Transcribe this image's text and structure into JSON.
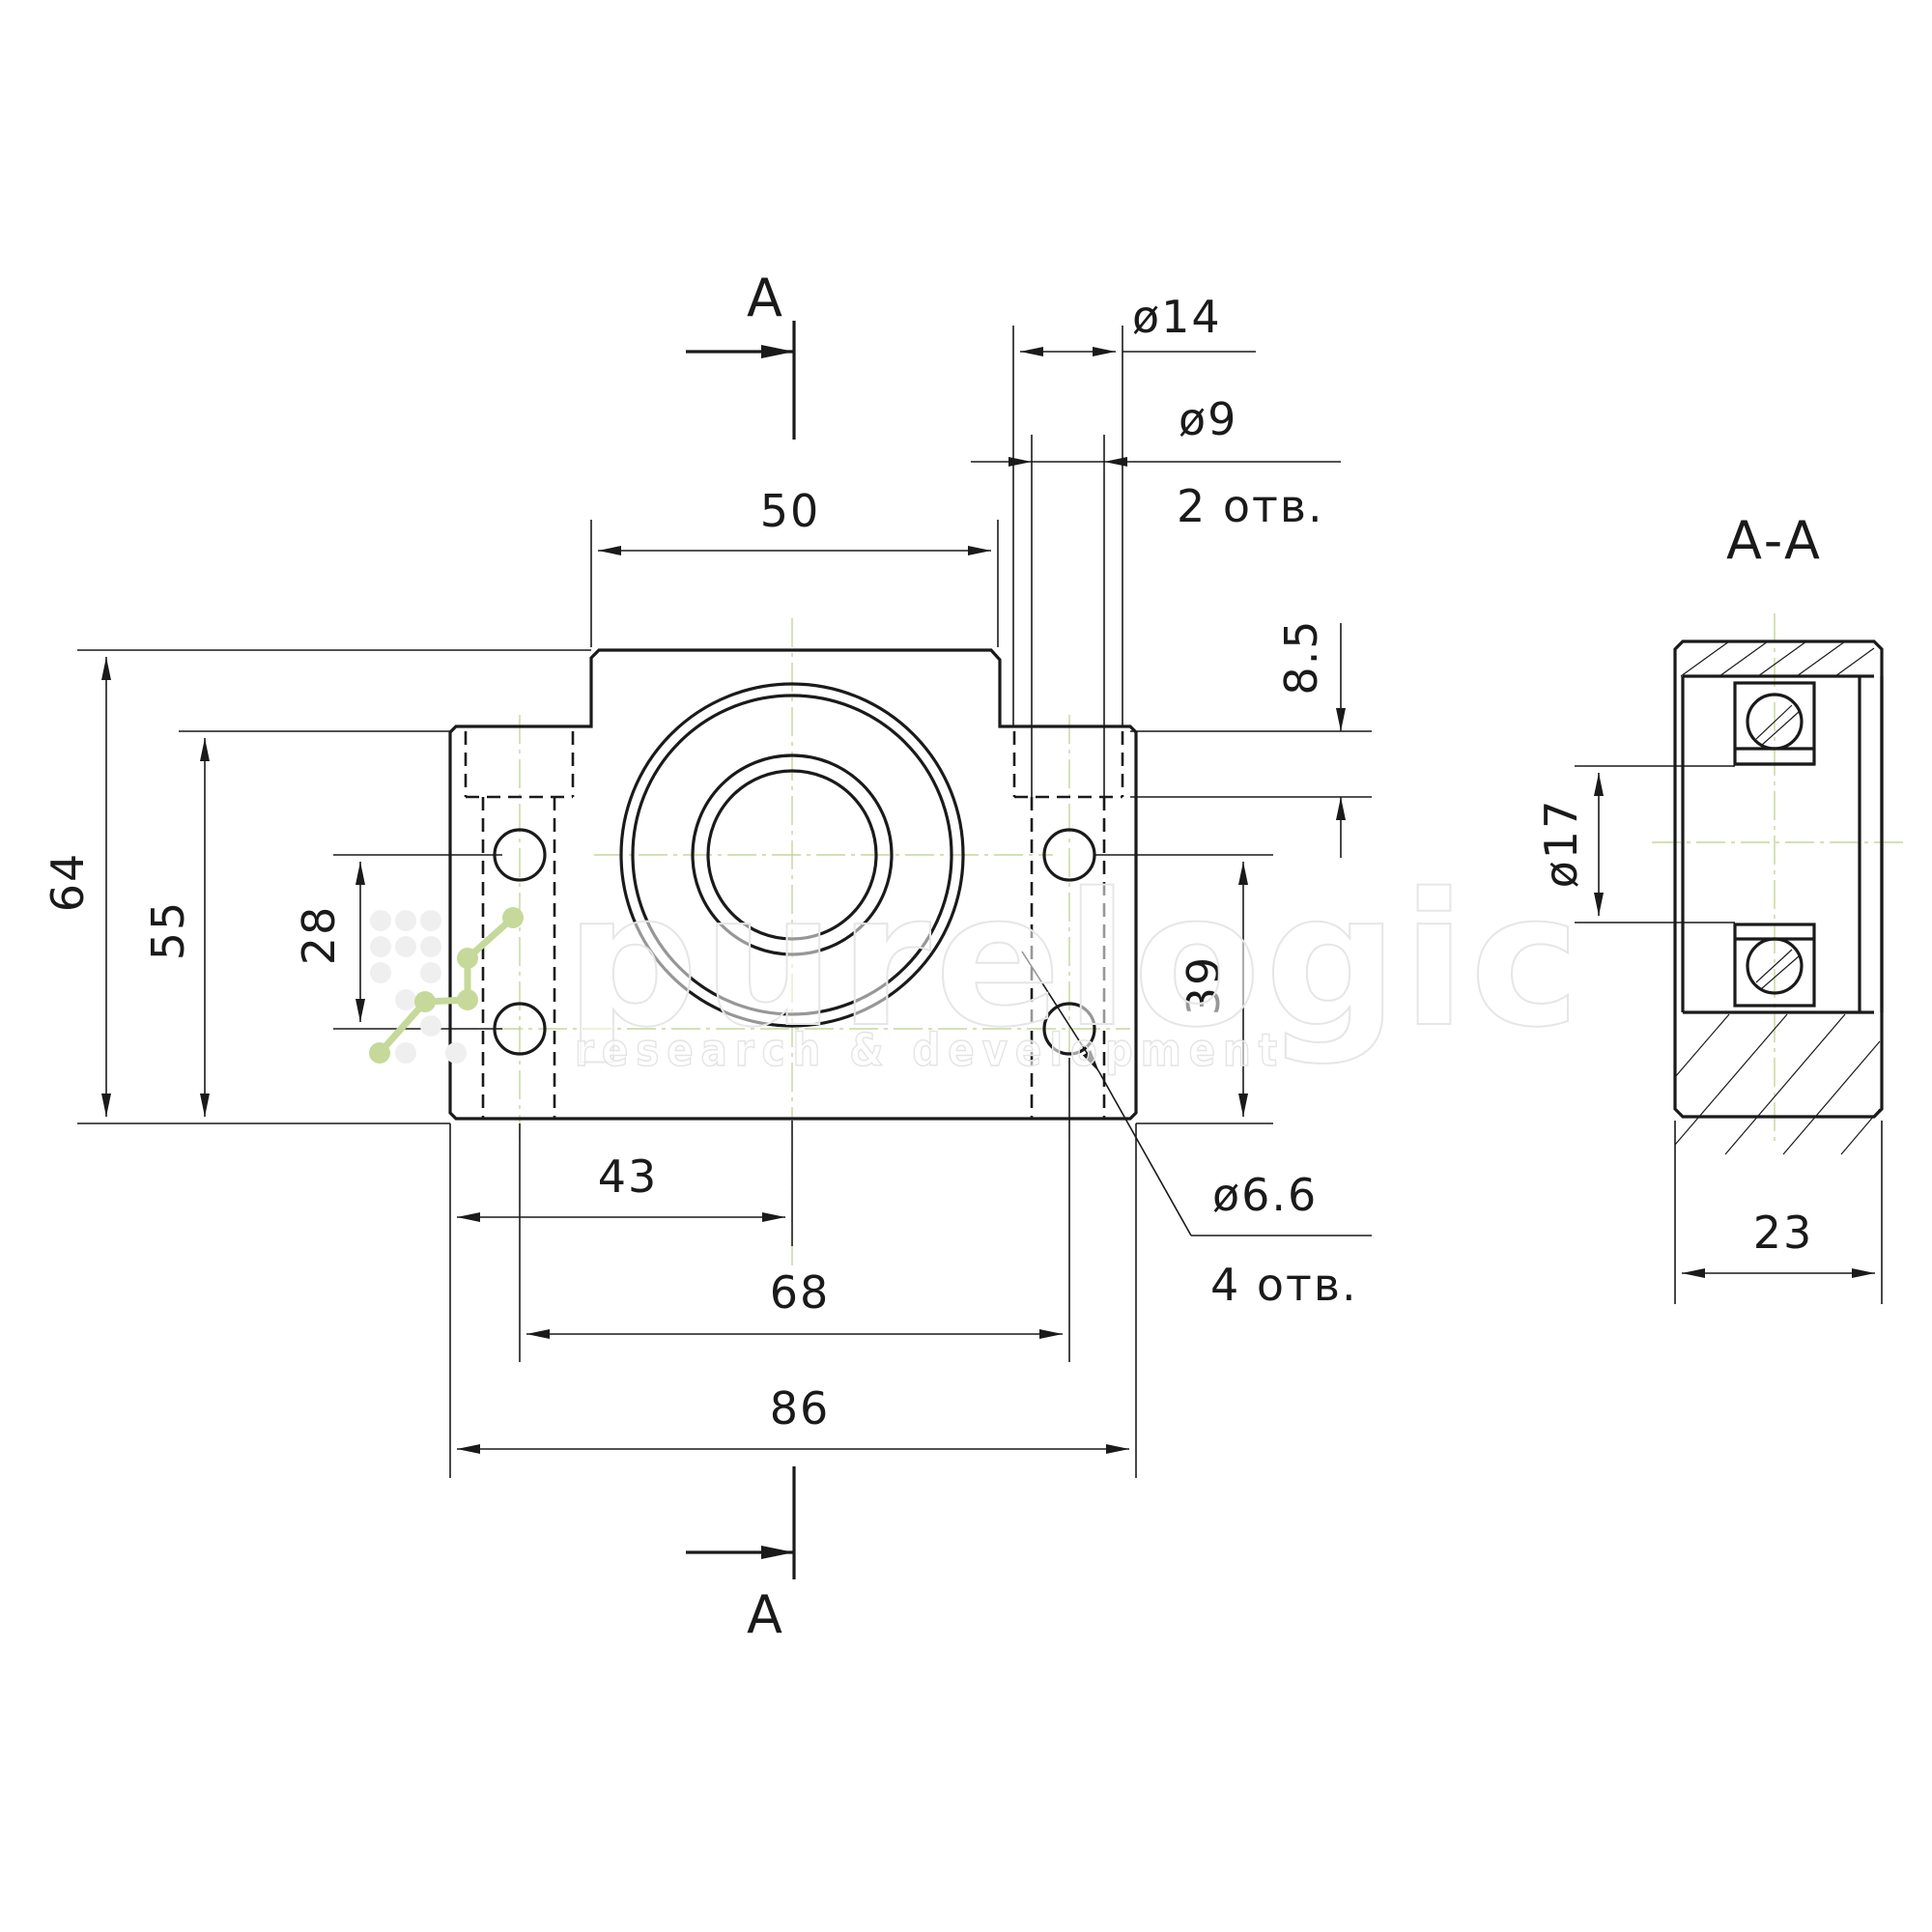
{
  "section_marks": {
    "top": "A",
    "bottom": "A",
    "section_view_title": "A-A"
  },
  "dimensions": {
    "overall_height": "64",
    "foot_height": "55",
    "upper_hole_spacing": "28",
    "boss_width": "50",
    "counterbore_dia": "ø14",
    "through_hole_dia": "ø9",
    "through_hole_count": "2 отв.",
    "counterbore_depth": "8.5",
    "side_hole_spacing": "39",
    "center_offset": "43",
    "hole_pitch": "68",
    "overall_width": "86",
    "mount_hole_dia": "ø6.6",
    "mount_hole_count": "4 отв.",
    "bore_dia": "ø17",
    "section_width": "23"
  },
  "watermark": {
    "brand": "purelogic",
    "tagline": "research & development"
  }
}
